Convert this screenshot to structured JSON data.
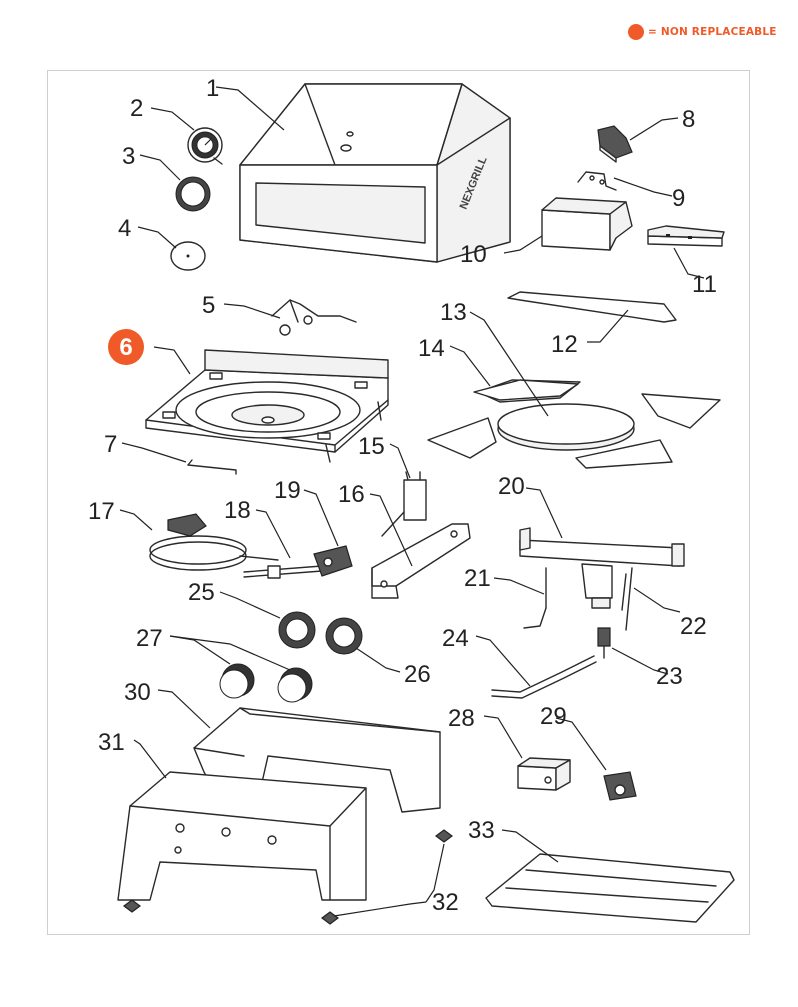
{
  "legend": {
    "marker_color": "#f05a28",
    "text": "= NON REPLACEABLE"
  },
  "parts": {
    "p1": "1",
    "p2": "2",
    "p3": "3",
    "p4": "4",
    "p5": "5",
    "p6": "6",
    "p7": "7",
    "p8": "8",
    "p9": "9",
    "p10": "10",
    "p11": "11",
    "p12": "12",
    "p13": "13",
    "p14": "14",
    "p15": "15",
    "p16": "16",
    "p17": "17",
    "p18": "18",
    "p19": "19",
    "p20": "20",
    "p21": "21",
    "p22": "22",
    "p23": "23",
    "p24": "24",
    "p25": "25",
    "p26": "26",
    "p27": "27",
    "p28": "28",
    "p29": "29",
    "p30": "30",
    "p31": "31",
    "p32": "32",
    "p33": "33"
  },
  "non_replaceable_part": "6",
  "brand_mark": "NEXGRILL"
}
